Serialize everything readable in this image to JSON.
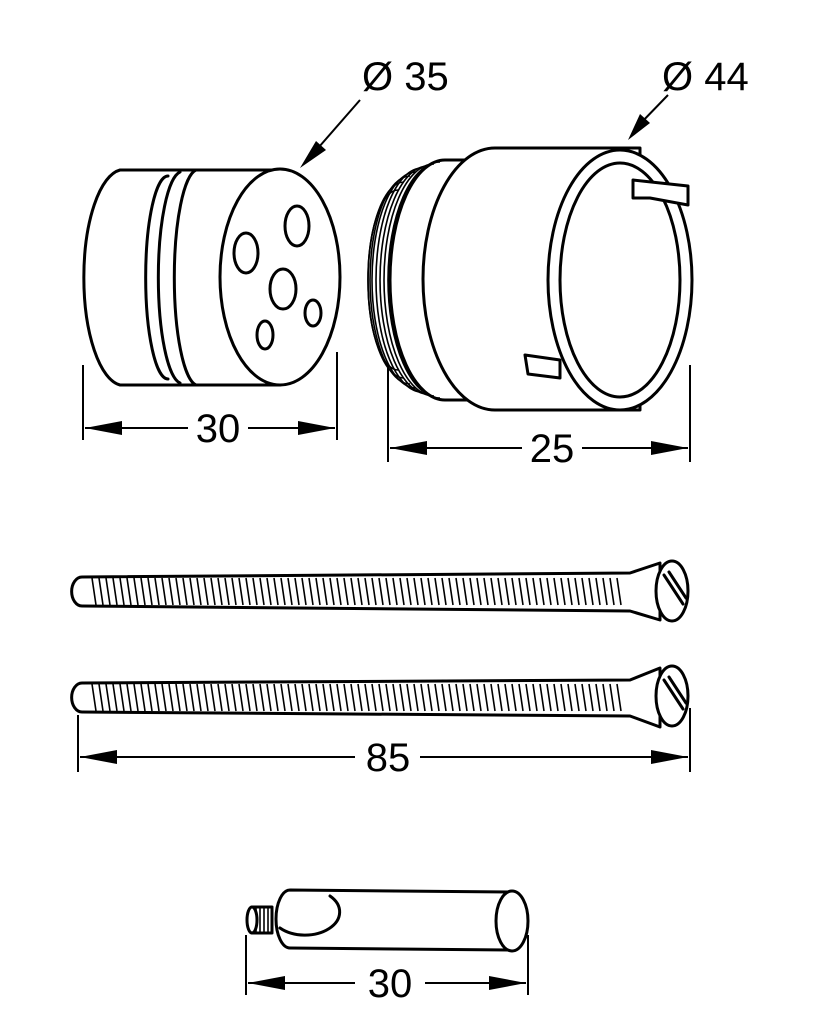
{
  "labels": {
    "cap_diameter": "Ø 35",
    "sleeve_diameter": "Ø 44",
    "cap_length": "30",
    "sleeve_length": "25",
    "screw_length": "85",
    "pin_length": "30"
  },
  "colors": {
    "line": "#000000",
    "background": "#ffffff"
  }
}
